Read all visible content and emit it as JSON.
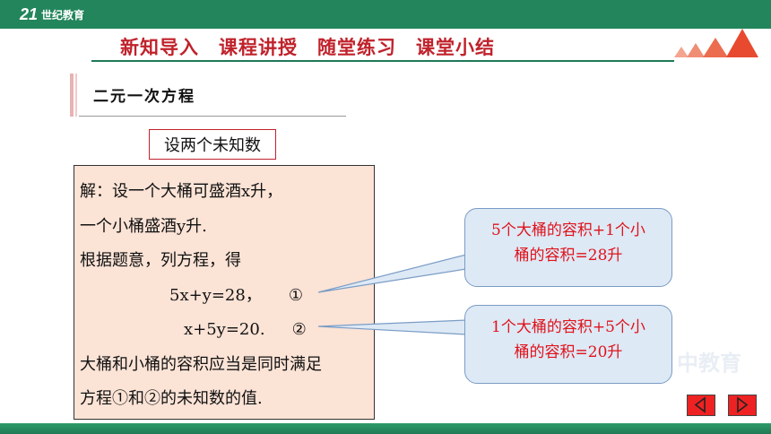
{
  "header": {
    "logo_mark": "21",
    "logo_text": "世纪教育",
    "brand_color": "#22855b"
  },
  "nav": {
    "items": [
      "新知导入",
      "课程讲授",
      "随堂练习",
      "课堂小结"
    ],
    "color": "#c0222b"
  },
  "section": {
    "title": "二元一次方程"
  },
  "hint": {
    "label": "设两个未知数"
  },
  "solution": {
    "line1": "解：设一个大桶可盛酒x升，",
    "line2": "一个小桶盛酒y升.",
    "line3": "根据题意，列方程，得",
    "eq1": "5x+y=28，",
    "eq1_mark": "①",
    "eq2": "x+5y=20.",
    "eq2_mark": "②",
    "line6": "大桶和小桶的容积应当是同时满足",
    "line7": "方程①和②的未知数的值."
  },
  "callouts": {
    "first": {
      "line1": "5个大桶的容积+1个小",
      "line2": "桶的容积=28升"
    },
    "second": {
      "line1": "1个大桶的容积+5个小",
      "line2": "桶的容积=20升"
    }
  },
  "watermark": "中教育",
  "nav_buttons": {
    "prev": "prev-arrow-icon",
    "next": "next-arrow-icon",
    "color": "#ee2222"
  }
}
